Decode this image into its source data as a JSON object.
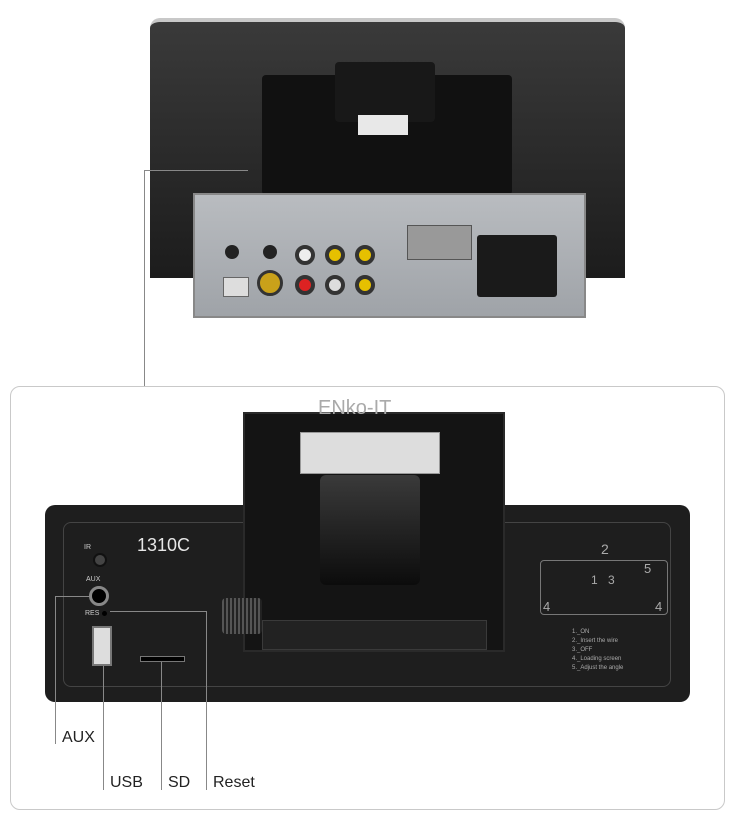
{
  "watermark": "ENko-IT",
  "front_panel": {
    "model": "1310C",
    "port_labels": {
      "ir": "IR",
      "aux": "AUX",
      "res": "RES"
    },
    "diagram_numbers": [
      "2",
      "5",
      "1",
      "3",
      "4",
      "4"
    ],
    "instructions": [
      "1._ON",
      "2._Insert the wire",
      "3._OFF",
      "4._Loading screen",
      "5._Adjust the angle"
    ]
  },
  "callouts": {
    "aux": "AUX",
    "usb": "USB",
    "sd": "SD",
    "reset": "Reset"
  }
}
